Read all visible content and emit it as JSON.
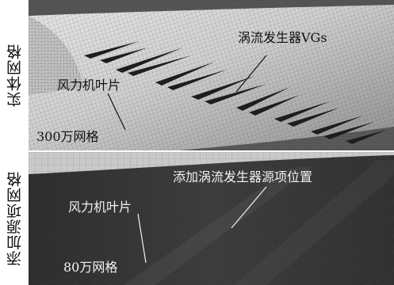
{
  "side_labels": {
    "top": "实体网格",
    "bottom": "添加源项网格"
  },
  "top_panel": {
    "vg_label": "涡流发生器VGs",
    "blade_label": "风力机叶片",
    "mesh_count": "300万网格"
  },
  "bottom_panel": {
    "source_label": "添加涡流发生器源项位置",
    "blade_label": "风力机叶片",
    "mesh_count": "80万网格"
  }
}
